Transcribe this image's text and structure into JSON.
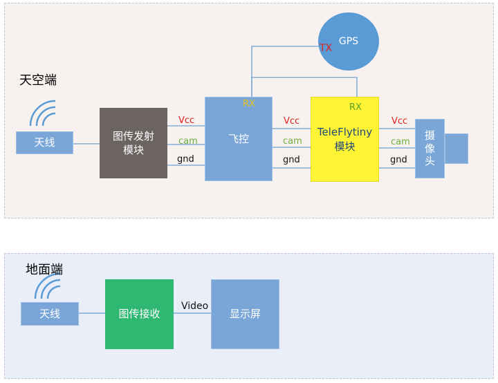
{
  "air": {
    "title": "天空端",
    "antenna": "天线",
    "tx_module": "图传发射\n模块",
    "fc": "飞控",
    "fc_rx": "RX",
    "gps": "GPS",
    "gps_tx": "TX",
    "tele": "TeleFlytiny\n模块",
    "tele_rx": "RX",
    "camera": "摄\n像\n头",
    "wires_left": [
      "Vcc",
      "cam",
      "gnd"
    ],
    "wires_mid": [
      "Vcc",
      "cam",
      "gnd"
    ],
    "wires_right": [
      "Vcc",
      "cam",
      "gnd"
    ]
  },
  "ground": {
    "title": "地面端",
    "antenna": "天线",
    "receiver": "图传接收",
    "video_label": "Video",
    "display": "显示屏"
  },
  "colors": {
    "module_gray": "#6b6462",
    "module_blue": "#79a6d6",
    "gps_blue": "#5b9bd5",
    "tele_yellow": "#fff433",
    "receiver_green": "#2fb872",
    "wire_red": "#e0201b",
    "wire_green": "#6fae3d"
  }
}
